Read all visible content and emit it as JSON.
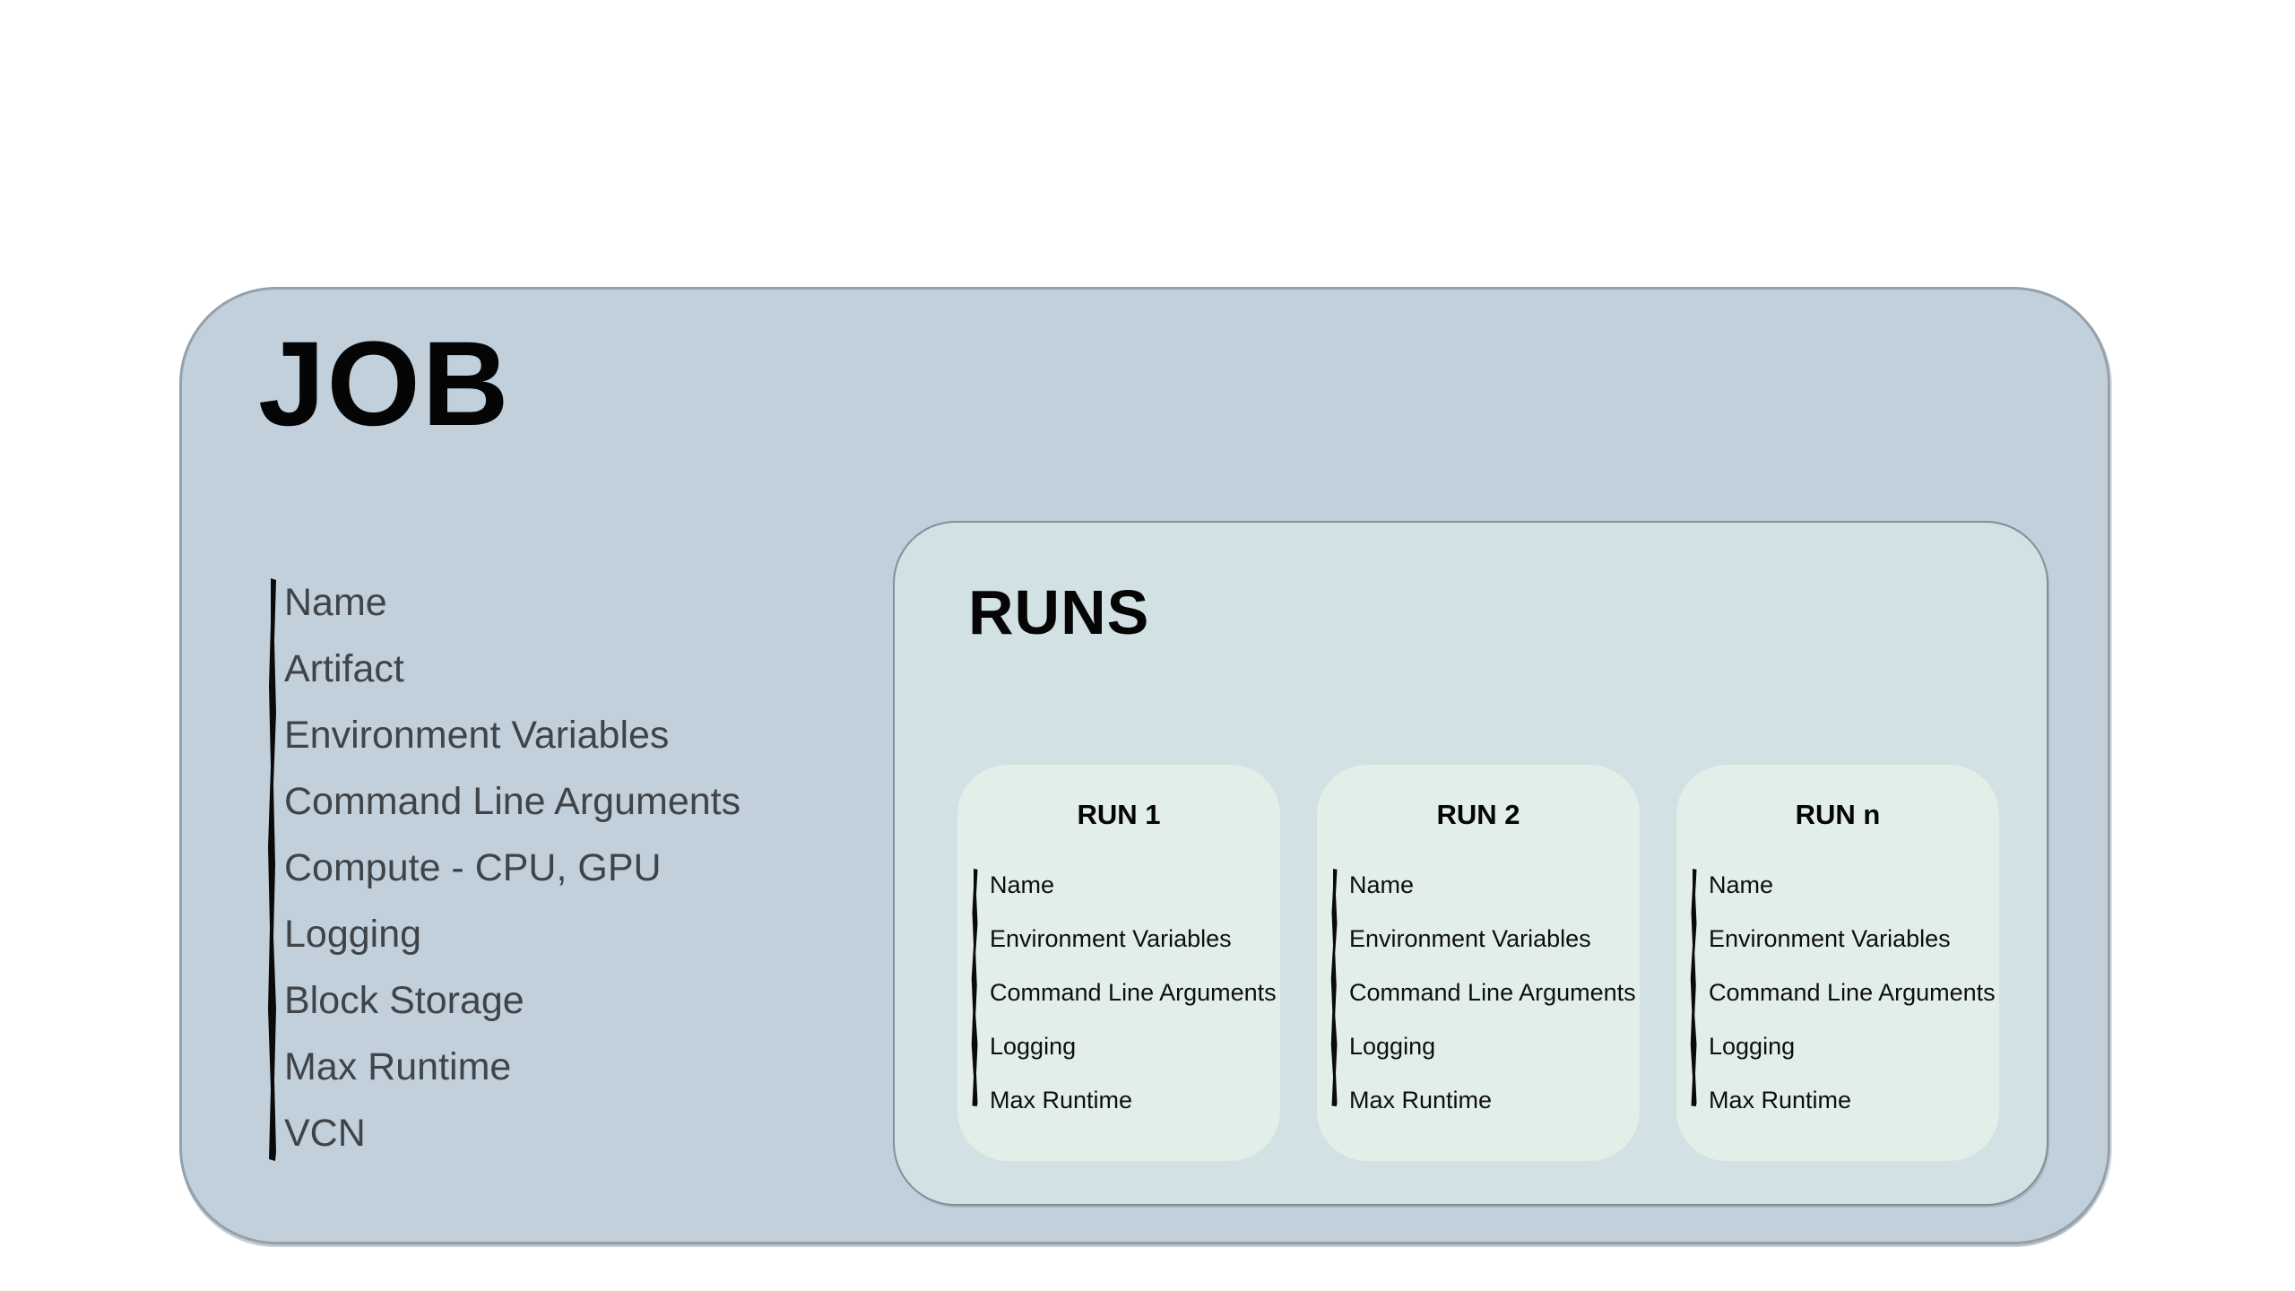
{
  "colors": {
    "page-bg": "#ffffff",
    "job-fill": "#c2d0dc",
    "job-border": "#94a1ab",
    "runs-fill": "#d2e1e3",
    "runs-border": "#7f909a",
    "card-fill": "#e2efe9",
    "job-text": "#3f4448",
    "card-text": "#0e0e0e",
    "title-text": "#050505",
    "stroke-ink": "#0a0a0a"
  },
  "job": {
    "title": "JOB",
    "items": [
      "Name",
      "Artifact",
      "Environment Variables",
      "Command Line Arguments",
      "Compute - CPU, GPU",
      "Logging",
      "Block Storage",
      "Max Runtime",
      "VCN"
    ]
  },
  "runs": {
    "title": "RUNS",
    "cards": [
      {
        "title": "RUN 1",
        "items": [
          "Name",
          "Environment Variables",
          "Command Line Arguments",
          "Logging",
          "Max Runtime"
        ]
      },
      {
        "title": "RUN 2",
        "items": [
          "Name",
          "Environment Variables",
          "Command Line Arguments",
          "Logging",
          "Max Runtime"
        ]
      },
      {
        "title": "RUN n",
        "items": [
          "Name",
          "Environment Variables",
          "Command Line Arguments",
          "Logging",
          "Max Runtime"
        ]
      }
    ]
  }
}
